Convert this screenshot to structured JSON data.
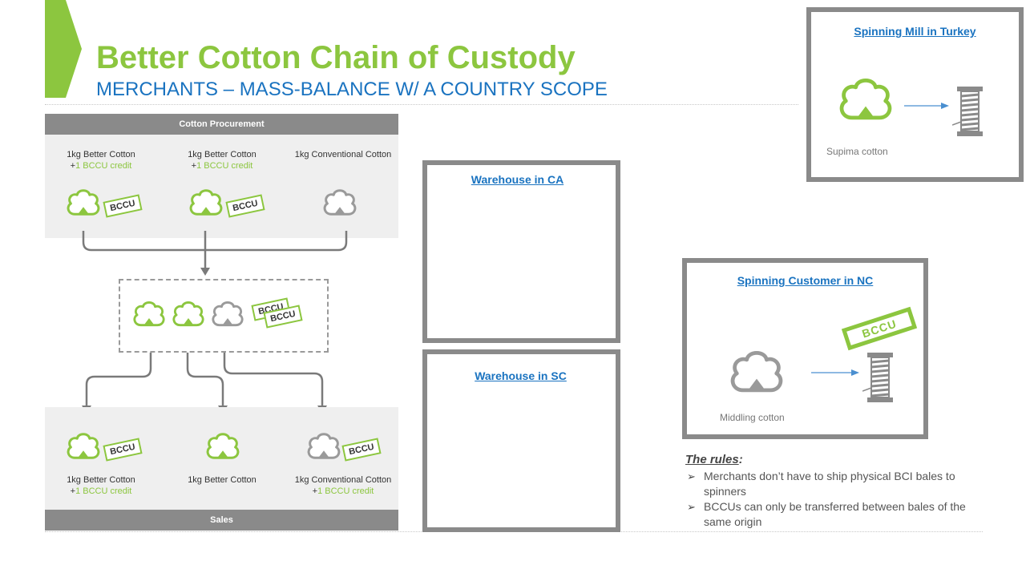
{
  "header": {
    "title": "Better Cotton Chain of Custody",
    "subtitle": "MERCHANTS – MASS-BALANCE W/ A COUNTRY SCOPE"
  },
  "diagram": {
    "procurement_bar": "Cotton Procurement",
    "sales_bar": "Sales",
    "top_labels": [
      {
        "line1": "1kg Better Cotton",
        "prefix": "+",
        "credit": "1 BCCU credit"
      },
      {
        "line1": "1kg Better Cotton",
        "prefix": "+",
        "credit": "1 BCCU credit"
      },
      {
        "line1": "1kg Conventional Cotton",
        "prefix": "",
        "credit": ""
      }
    ],
    "bottom_labels": [
      {
        "line1": "1kg Better Cotton",
        "prefix": "+",
        "credit": "1 BCCU credit"
      },
      {
        "line1": "1kg Better Cotton",
        "prefix": "",
        "credit": ""
      },
      {
        "line1": "1kg Conventional Cotton",
        "prefix": "+",
        "credit": "1 BCCU credit"
      }
    ],
    "tag_text": "BCCU"
  },
  "warehouses": {
    "ca_title": "Warehouse in CA",
    "sc_title": "Warehouse in SC"
  },
  "turkey": {
    "title": "Spinning Mill in Turkey",
    "caption": "Supima cotton"
  },
  "nc": {
    "title": "Spinning Customer in NC",
    "caption": "Middling cotton",
    "tag": "BCCU"
  },
  "rules": {
    "heading": "The rules",
    "heading_suffix": ":",
    "items": [
      "Merchants don’t have to ship physical BCI bales to spinners",
      "BCCUs can only be transferred between bales of the same origin"
    ]
  },
  "colors": {
    "brand_green": "#8cc63f",
    "link_blue": "#1a73c0",
    "gray": "#8a8a8a"
  }
}
